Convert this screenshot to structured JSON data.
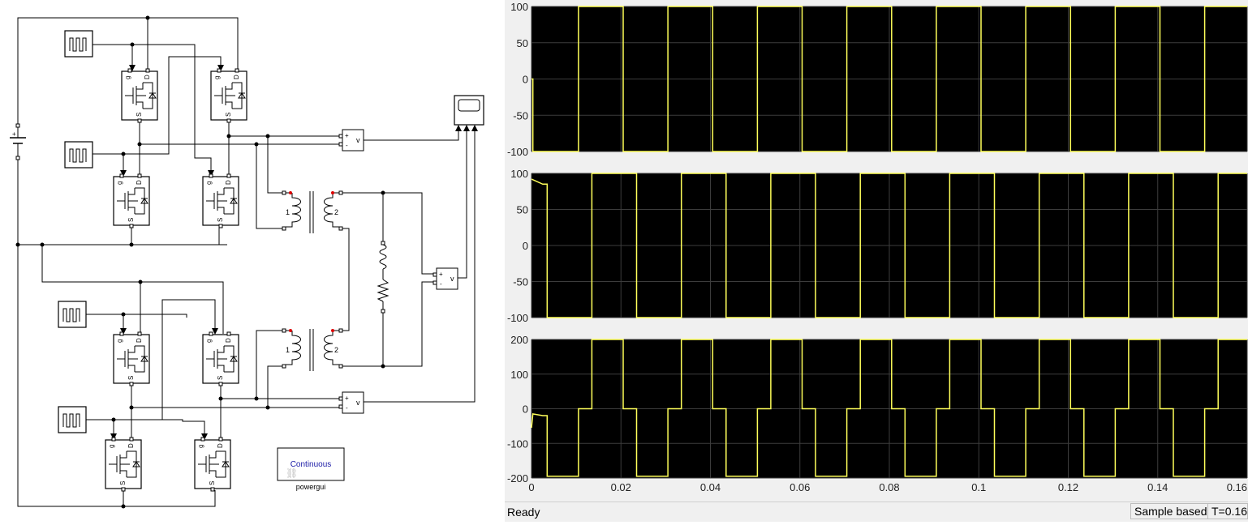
{
  "model": {
    "pulse_label": "⎍",
    "mosfet": {
      "gate": "g",
      "drain": "D",
      "source": "S"
    },
    "transformer": {
      "winding1": "1",
      "winding2": "2"
    },
    "voltmeter": {
      "label": "v",
      "plus": "+",
      "minus": "-"
    },
    "powergui": {
      "mode": "Continuous",
      "name": "powergui"
    }
  },
  "scope": {
    "colors": {
      "background": "#000000",
      "trace": "#ffff5a",
      "grid": "#3c3c3c",
      "frame": "#f0f0f0"
    },
    "x_ticks": [
      "0",
      "0.02",
      "0.04",
      "0.06",
      "0.08",
      "0.1",
      "0.12",
      "0.14",
      "0.16"
    ],
    "axes": [
      {
        "ticks": [
          "100",
          "50",
          "0",
          "-50",
          "-100"
        ]
      },
      {
        "ticks": [
          "100",
          "50",
          "0",
          "-50",
          "-100"
        ]
      },
      {
        "ticks": [
          "200",
          "100",
          "0",
          "-100",
          "-200"
        ]
      }
    ]
  },
  "chart_data": [
    {
      "type": "line",
      "series": [
        {
          "x": [
            0,
            0.0003,
            0.0003,
            0.0105,
            0.0105,
            0.0205,
            0.0205,
            0.0305,
            0.0305,
            0.0405,
            0.0405,
            0.0505,
            0.0505,
            0.0605,
            0.0605,
            0.0705,
            0.0705,
            0.0805,
            0.0805,
            0.0905,
            0.0905,
            0.1005,
            0.1005,
            0.1105,
            0.1105,
            0.1205,
            0.1205,
            0.1305,
            0.1305,
            0.1405,
            0.1405,
            0.1505,
            0.1505,
            0.16
          ],
          "values": [
            0,
            0,
            -100,
            -100,
            100,
            100,
            -100,
            -100,
            100,
            100,
            -100,
            -100,
            100,
            100,
            -100,
            -100,
            100,
            100,
            -100,
            -100,
            100,
            100,
            -100,
            -100,
            100,
            100,
            -100,
            -100,
            100,
            100,
            -100,
            -100,
            100,
            100
          ]
        }
      ],
      "xlim": [
        0,
        0.16
      ],
      "ylim": [
        -100,
        100
      ]
    },
    {
      "type": "line",
      "series": [
        {
          "x": [
            0,
            0.0025,
            0.0035,
            0.0035,
            0.0135,
            0.0135,
            0.0235,
            0.0235,
            0.0335,
            0.0335,
            0.0435,
            0.0435,
            0.0535,
            0.0535,
            0.0635,
            0.0635,
            0.0735,
            0.0735,
            0.0835,
            0.0835,
            0.0935,
            0.0935,
            0.1035,
            0.1035,
            0.1135,
            0.1135,
            0.1235,
            0.1235,
            0.1335,
            0.1335,
            0.1435,
            0.1435,
            0.1535,
            0.1535,
            0.16
          ],
          "values": [
            92,
            85,
            85,
            -100,
            -100,
            100,
            100,
            -100,
            -100,
            100,
            100,
            -100,
            -100,
            100,
            100,
            -100,
            -100,
            100,
            100,
            -100,
            -100,
            100,
            100,
            -100,
            -100,
            100,
            100,
            -100,
            -100,
            100,
            100,
            -100,
            -100,
            100,
            100
          ]
        }
      ],
      "xlim": [
        0,
        0.16
      ],
      "ylim": [
        -100,
        100
      ]
    },
    {
      "type": "line",
      "series": [
        {
          "x": [
            0,
            0.0003,
            0.0025,
            0.0035,
            0.0035,
            0.0105,
            0.0105,
            0.0135,
            0.0135,
            0.0205,
            0.0205,
            0.0235,
            0.0235,
            0.0305,
            0.0305,
            0.0335,
            0.0335,
            0.0405,
            0.0405,
            0.0435,
            0.0435,
            0.0505,
            0.0505,
            0.0535,
            0.0535,
            0.0605,
            0.0605,
            0.0635,
            0.0635,
            0.0705,
            0.0705,
            0.0735,
            0.0735,
            0.0805,
            0.0805,
            0.0835,
            0.0835,
            0.0905,
            0.0905,
            0.0935,
            0.0935,
            0.1005,
            0.1005,
            0.1035,
            0.1035,
            0.1105,
            0.1105,
            0.1135,
            0.1135,
            0.1205,
            0.1205,
            0.1235,
            0.1235,
            0.1305,
            0.1305,
            0.1335,
            0.1335,
            0.1405,
            0.1405,
            0.1435,
            0.1435,
            0.1505,
            0.1505,
            0.1535,
            0.1535,
            0.16
          ],
          "values": [
            -55,
            -15,
            -20,
            -20,
            -195,
            -195,
            0,
            0,
            200,
            200,
            0,
            0,
            -195,
            -195,
            0,
            0,
            200,
            200,
            0,
            0,
            -195,
            -195,
            0,
            0,
            200,
            200,
            0,
            0,
            -195,
            -195,
            0,
            0,
            200,
            200,
            0,
            0,
            -195,
            -195,
            0,
            0,
            200,
            200,
            0,
            0,
            -195,
            -195,
            0,
            0,
            200,
            200,
            0,
            0,
            -195,
            -195,
            0,
            0,
            200,
            200,
            0,
            0,
            -195,
            -195,
            0,
            0,
            200,
            200
          ]
        }
      ],
      "xlim": [
        0,
        0.16
      ],
      "ylim": [
        -200,
        200
      ]
    }
  ],
  "status": {
    "ready": "Ready",
    "sample_mode": "Sample based",
    "time": "T=0.160"
  }
}
